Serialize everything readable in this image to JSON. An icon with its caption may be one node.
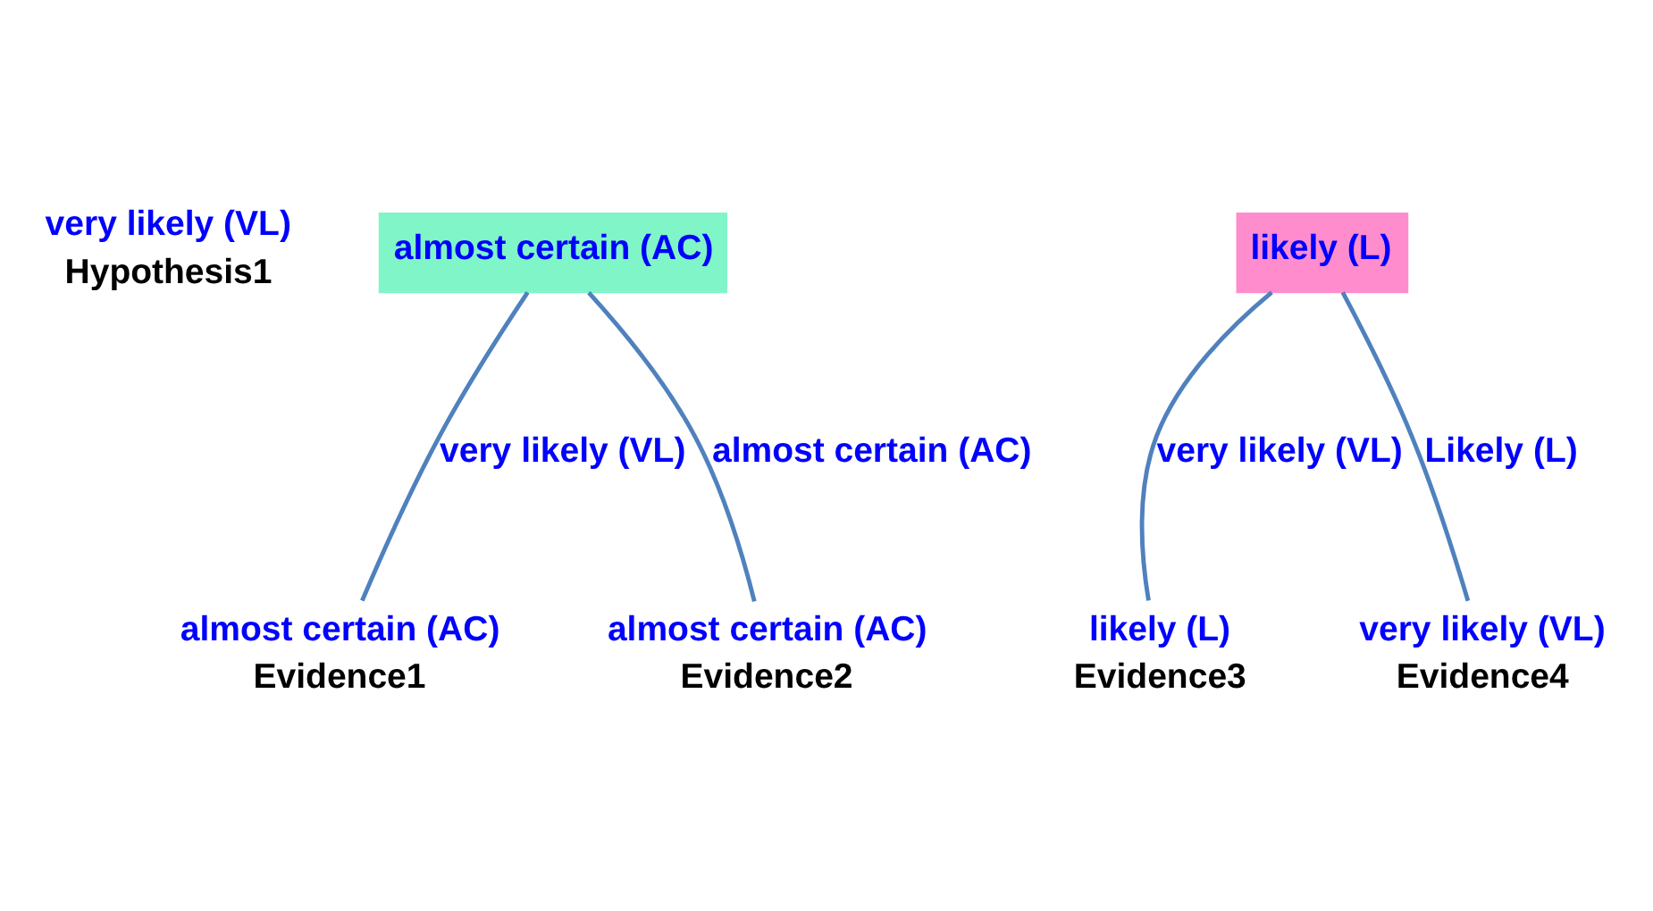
{
  "diagram": {
    "nodes": [
      {
        "text": [
          "very likely (VL)",
          "Hypothesis1"
        ]
      },
      {
        "text": [
          "almost certain (AC)"
        ]
      },
      {
        "text": [
          "likely (L)"
        ]
      },
      {
        "text": [
          "almost certain (AC)",
          "Evidence1"
        ]
      },
      {
        "text": [
          "almost certain (AC)",
          "Evidence2"
        ]
      },
      {
        "text": [
          "likely (L)",
          "Evidence3"
        ]
      },
      {
        "text": [
          "very likely (VL)",
          "Evidence4"
        ]
      }
    ],
    "edges": [
      {
        "from": 1,
        "to": 3,
        "arrow": "none",
        "label": "very likely (VL)"
      },
      {
        "from": 1,
        "to": 4,
        "arrow": "none",
        "label": "almost certain (AC)"
      },
      {
        "from": 2,
        "to": 5,
        "arrow": "none",
        "label": "very likely (VL)"
      },
      {
        "from": 2,
        "to": 6,
        "arrow": "none",
        "label": "Likely (L)"
      }
    ]
  }
}
